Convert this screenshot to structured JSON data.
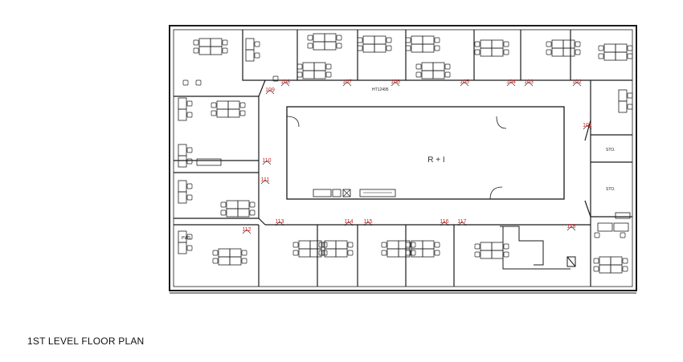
{
  "plan": {
    "center_label": "R + I",
    "ht_label": "HT12495",
    "title": "1ST LEVEL FLOOR PLAN",
    "rooms": [
      "101",
      "102",
      "103",
      "104",
      "105",
      "106",
      "107",
      "108",
      "109",
      "110",
      "111",
      "112",
      "113",
      "114",
      "115",
      "116",
      "117",
      "118"
    ],
    "storage_labels": [
      "STO.",
      "STO."
    ],
    "pws_label": "PWS",
    "colors": {
      "room_number": "#d21f1f",
      "wall": "#1a1a1a",
      "furniture": "#222222"
    }
  }
}
